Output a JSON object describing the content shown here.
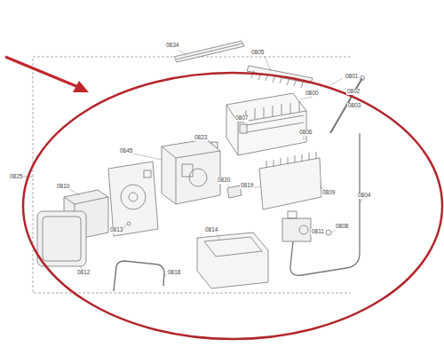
{
  "diagram": {
    "labels": [
      "0834",
      "0805",
      "0801",
      "0802",
      "0803",
      "0800",
      "0807",
      "0806",
      "0823",
      "0645",
      "0825",
      "0820",
      "0819",
      "0809",
      "0810",
      "0804",
      "0813",
      "0814",
      "0811",
      "0808",
      "0812",
      "0818"
    ]
  }
}
